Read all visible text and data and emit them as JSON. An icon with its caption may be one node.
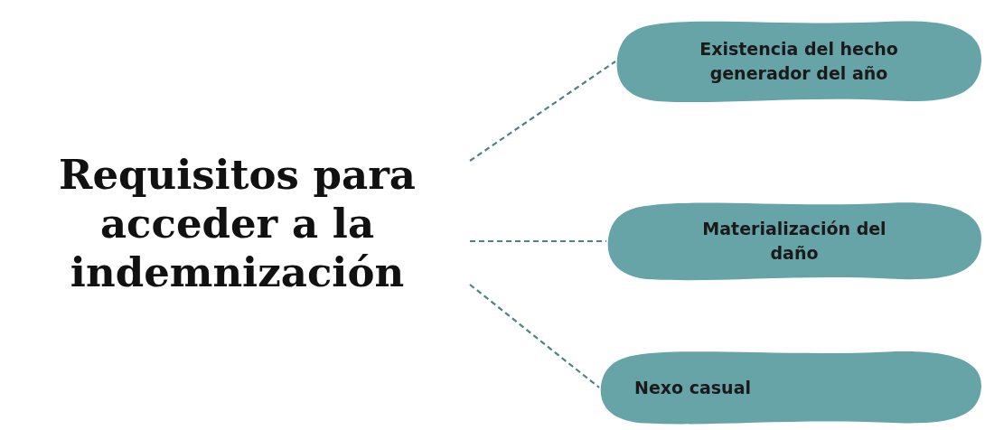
{
  "diagram": {
    "nodes": [
      {
        "text": [
          "Requisitos para acceder a la indemnización"
        ]
      },
      {
        "text": [
          "Existencia del hecho generador del año"
        ]
      },
      {
        "text": [
          "Materialización del daño"
        ]
      },
      {
        "text": [
          "Nexo casual"
        ]
      }
    ],
    "edges": [
      {
        "from": 0,
        "to": 1,
        "arrow": "none",
        "style": "dashed"
      },
      {
        "from": 0,
        "to": 2,
        "arrow": "none",
        "style": "dashed"
      },
      {
        "from": 0,
        "to": 3,
        "arrow": "none",
        "style": "dashed"
      }
    ]
  }
}
